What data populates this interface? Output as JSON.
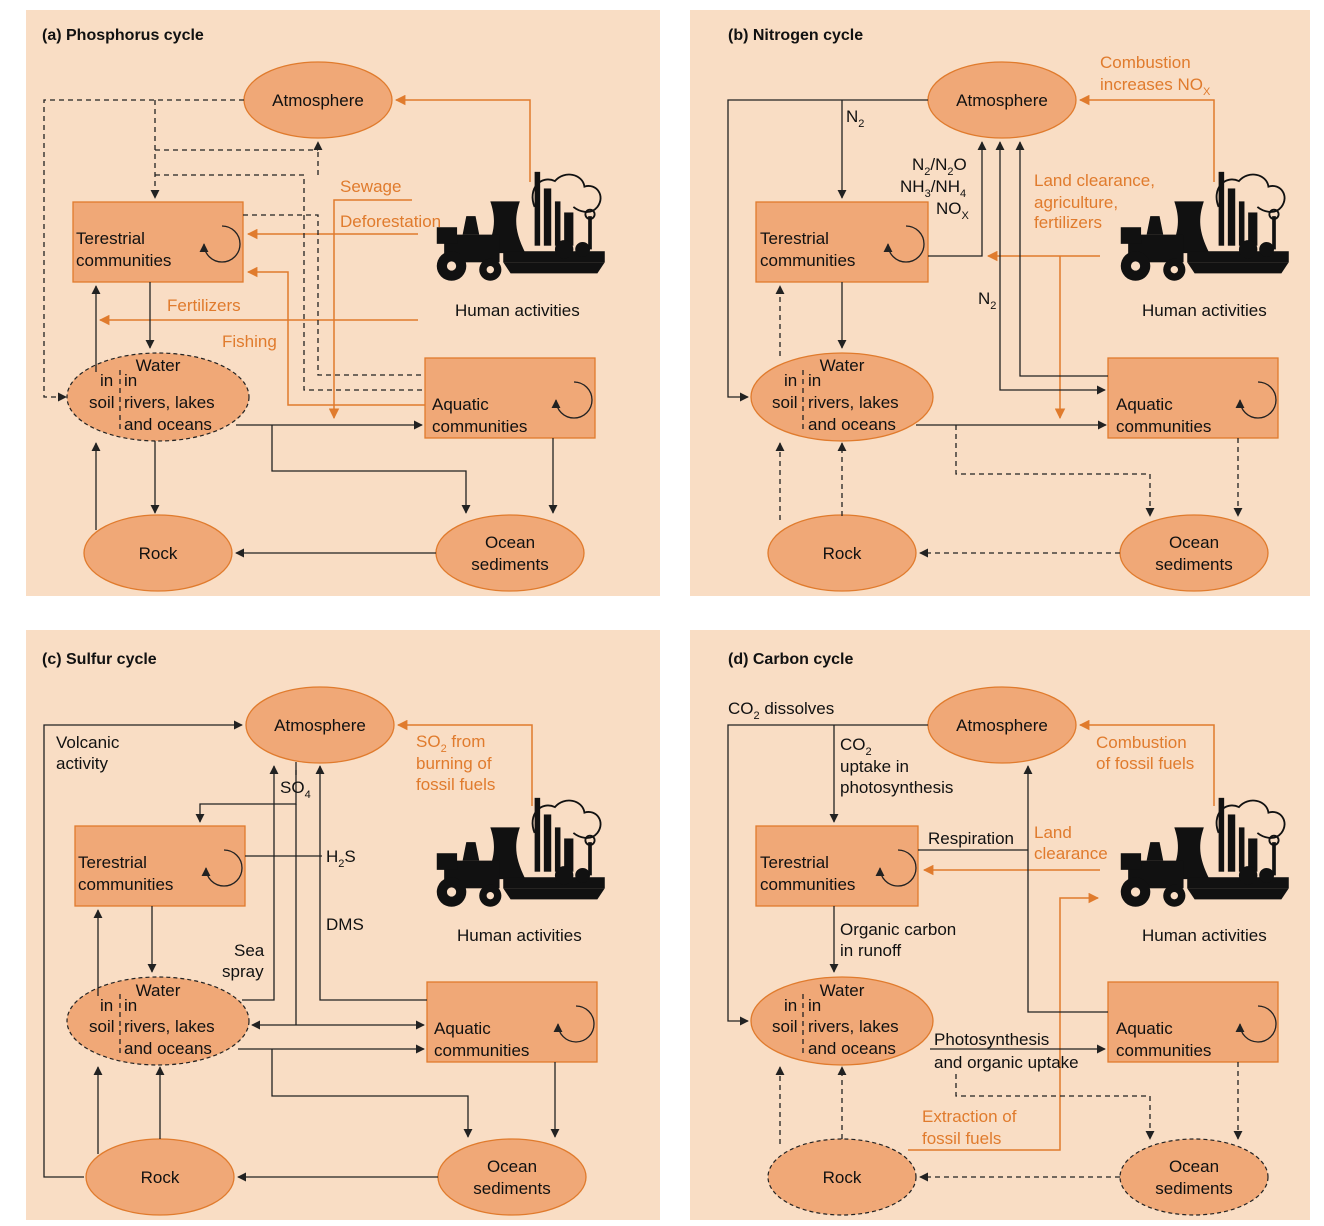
{
  "panels": {
    "a": {
      "title": "(a) Phosphorus cycle",
      "atmosphere": "Atmosphere",
      "terrestrial": [
        "Terestrial",
        "communities"
      ],
      "aquatic": [
        "Aquatic",
        "communities"
      ],
      "water": {
        "title": "Water",
        "in1": "in",
        "soil": "soil",
        "in2": "in",
        "l1": "rivers, lakes",
        "l2": "and oceans"
      },
      "rock": "Rock",
      "sediments": [
        "Ocean",
        "sediments"
      ],
      "human": "Human activities",
      "labels": {
        "sewage": "Sewage",
        "deforestation": "Deforestation",
        "fertilizers": "Fertilizers",
        "fishing": "Fishing"
      }
    },
    "b": {
      "title": "(b) Nitrogen cycle",
      "atmosphere": "Atmosphere",
      "terrestrial": [
        "Terestrial",
        "communities"
      ],
      "aquatic": [
        "Aquatic",
        "communities"
      ],
      "water": {
        "title": "Water",
        "in1": "in",
        "soil": "soil",
        "in2": "in",
        "l1": "rivers, lakes",
        "l2": "and oceans"
      },
      "rock": "Rock",
      "sediments": [
        "Ocean",
        "sediments"
      ],
      "human": "Human activities",
      "labels": {
        "combustion1": "Combustion",
        "combustion2": "increases NO",
        "combustion2_sub": "X",
        "land1": "Land clearance,",
        "land2": "agriculture,",
        "land3": "fertilizers",
        "n2_top": "N",
        "n2_top_sub": "2",
        "n2_mid": "N",
        "n2_mid_sub": "2",
        "gas1a": "N",
        "gas1b": "2",
        "gas1c": "/N",
        "gas1d": "2",
        "gas1e": "O",
        "gas2a": "NH",
        "gas2b": "3",
        "gas2c": "/NH",
        "gas2d": "4",
        "gas3a": "NO",
        "gas3b": "X"
      }
    },
    "c": {
      "title": "(c) Sulfur cycle",
      "atmosphere": "Atmosphere",
      "terrestrial": [
        "Terestrial",
        "communities"
      ],
      "aquatic": [
        "Aquatic",
        "communities"
      ],
      "water": {
        "title": "Water",
        "in1": "in",
        "soil": "soil",
        "in2": "in",
        "l1": "rivers, lakes",
        "l2": "and oceans"
      },
      "rock": "Rock",
      "sediments": [
        "Ocean",
        "sediments"
      ],
      "human": "Human activities",
      "labels": {
        "volcanic1": "Volcanic",
        "volcanic2": "activity",
        "so2a": "SO",
        "so2b": "2",
        "so2c": " from",
        "burning": "burning of",
        "fossil": "fossil fuels",
        "so4a": "SO",
        "so4b": "4",
        "h2sa": "H",
        "h2sb": "2",
        "h2sc": "S",
        "dms": "DMS",
        "sea1": "Sea",
        "sea2": "spray"
      }
    },
    "d": {
      "title": "(d) Carbon cycle",
      "atmosphere": "Atmosphere",
      "terrestrial": [
        "Terestrial",
        "communities"
      ],
      "aquatic": [
        "Aquatic",
        "communities"
      ],
      "water": {
        "title": "Water",
        "in1": "in",
        "soil": "soil",
        "in2": "in",
        "l1": "rivers, lakes",
        "l2": "and oceans"
      },
      "rock": "Rock",
      "sediments": [
        "Ocean",
        "sediments"
      ],
      "human": "Human activities",
      "labels": {
        "co2dis_a": "CO",
        "co2dis_b": "2",
        "co2dis_c": " dissolves",
        "co2up_a": "CO",
        "co2up_b": "2",
        "uptake1": "uptake in",
        "uptake2": "photosynthesis",
        "respiration": "Respiration",
        "landcl1": "Land",
        "landcl2": "clearance",
        "comb1": "Combustion",
        "comb2": "of fossil fuels",
        "org1": "Organic carbon",
        "org2": "in runoff",
        "photo1": "Photosynthesis",
        "photo2": "and organic uptake",
        "extr1": "Extraction of",
        "extr2": "fossil fuels"
      }
    }
  },
  "colors": {
    "background": "#f9ddc4",
    "node_fill": "#f0a877",
    "accent": "#e07b2d",
    "line": "#222222"
  }
}
